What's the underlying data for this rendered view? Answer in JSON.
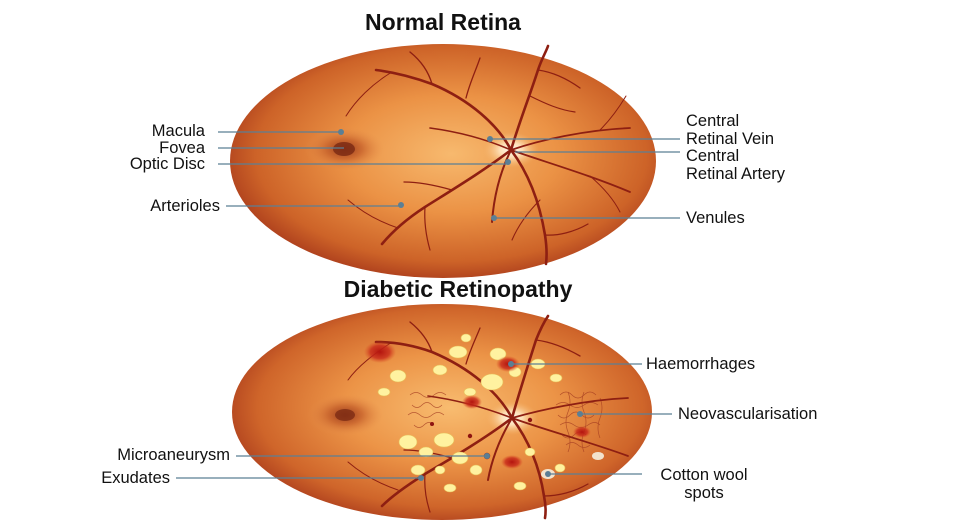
{
  "normal": {
    "title": "Normal Retina",
    "labels": {
      "macula": "Macula",
      "fovea": "Fovea",
      "optic_disc": "Optic Disc",
      "arterioles": "Arterioles",
      "vein_line1": "Central",
      "vein_line2": "Retinal Vein",
      "artery_line1": "Central",
      "artery_line2": "Retinal Artery",
      "venules": "Venules"
    }
  },
  "diabetic": {
    "title": "Diabetic Retinopathy",
    "labels": {
      "haemorrhages": "Haemorrhages",
      "neovascularisation": "Neovascularisation",
      "microaneurysm": "Microaneurysm",
      "exudates": "Exudates",
      "cotton_line1": "Cotton wool",
      "cotton_line2": "spots"
    }
  },
  "colors": {
    "background": "#ffffff",
    "leader_line": "#5b7f95",
    "retina_center": "#f5b065",
    "retina_edge": "#b2421f",
    "vessel": "#8e1f12",
    "exudate": "#fff2a0"
  }
}
